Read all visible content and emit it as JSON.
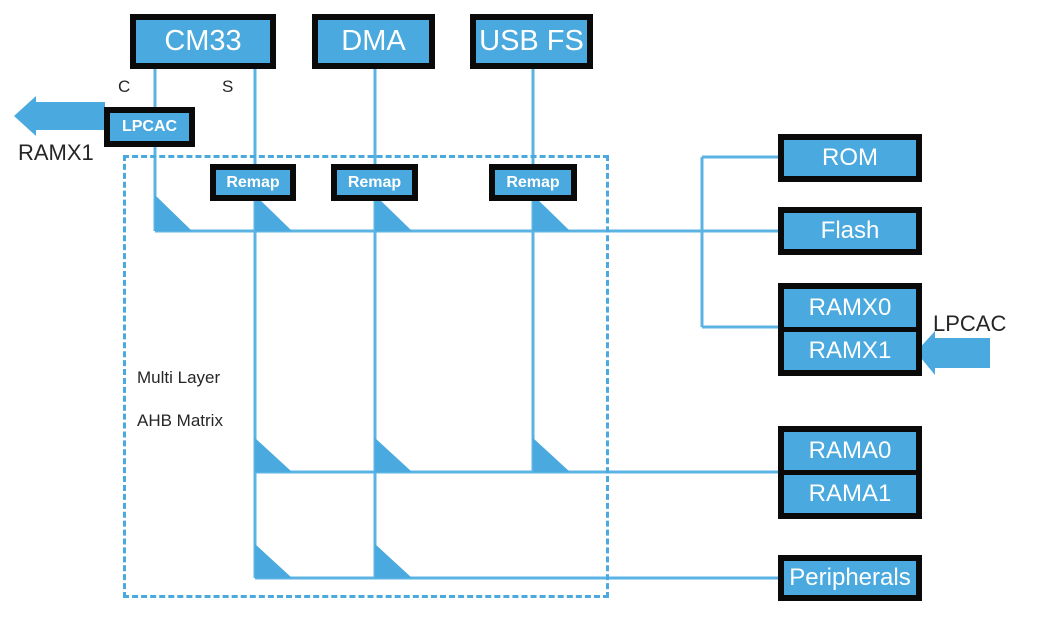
{
  "diagram": {
    "title": "Multi Layer AHB Matrix block diagram",
    "colors": {
      "block_fill": "#4aa9de",
      "block_border": "#0a0a0a",
      "wire": "#5bb3e4",
      "dashed_boundary": "#4aa9de",
      "label_text": "#262626",
      "block_text": "#ffffff"
    },
    "matrix": {
      "line1": "Multi Layer",
      "line2": "AHB Matrix"
    },
    "masters": [
      {
        "id": "cm33",
        "label": "CM33"
      },
      {
        "id": "dma",
        "label": "DMA"
      },
      {
        "id": "usbfs",
        "label": "USB FS"
      }
    ],
    "ports": [
      {
        "id": "port-c",
        "label": "C"
      },
      {
        "id": "port-s",
        "label": "S"
      }
    ],
    "remaps": [
      {
        "id": "remap-1",
        "label": "Remap"
      },
      {
        "id": "remap-2",
        "label": "Remap"
      },
      {
        "id": "remap-3",
        "label": "Remap"
      }
    ],
    "cache_left": {
      "block_label": "LPCAC",
      "source_label": "RAMX1"
    },
    "cache_right": {
      "label": "LPCAC"
    },
    "slaves": [
      {
        "id": "rom",
        "label": "ROM"
      },
      {
        "id": "flash",
        "label": "Flash"
      },
      {
        "id": "peripherals",
        "label": "Peripherals"
      }
    ],
    "slave_stacks": [
      {
        "id": "ramx",
        "cells": [
          {
            "label": "RAMX0"
          },
          {
            "label": "RAMX1"
          }
        ]
      },
      {
        "id": "rama",
        "cells": [
          {
            "label": "RAMA0"
          },
          {
            "label": "RAMA1"
          }
        ]
      }
    ]
  }
}
